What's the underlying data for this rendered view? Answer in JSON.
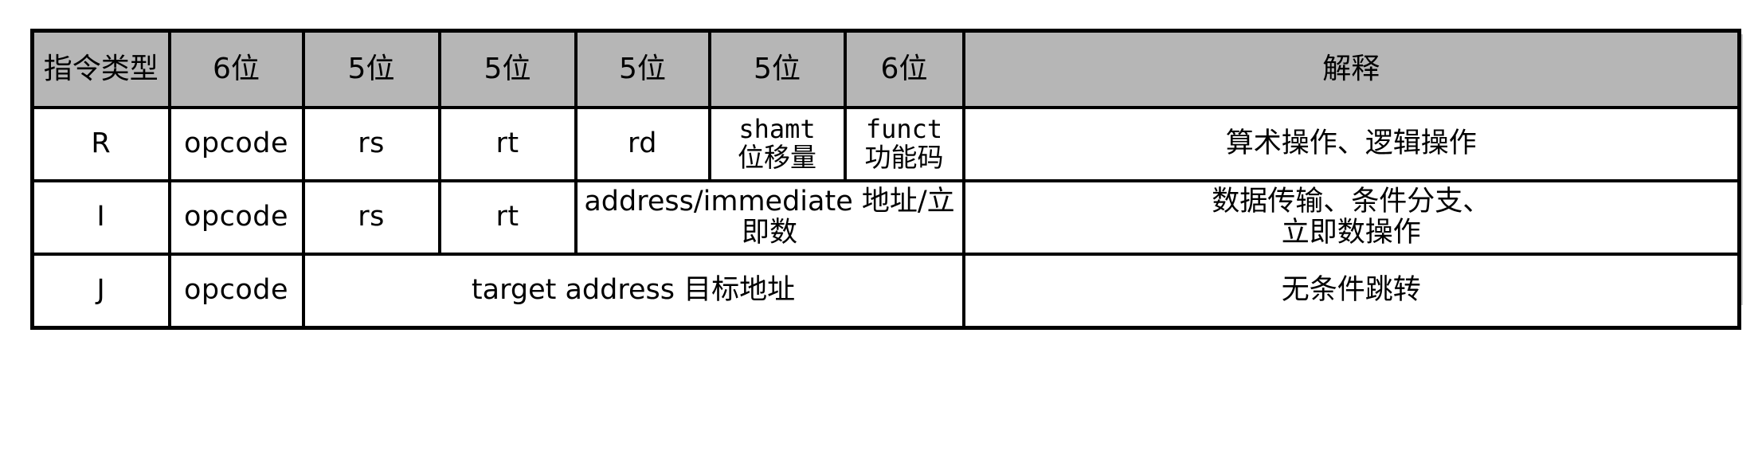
{
  "table": {
    "columns": [
      {
        "key": "type",
        "label": "指令类型"
      },
      {
        "key": "f1",
        "label": "6位"
      },
      {
        "key": "f2",
        "label": "5位"
      },
      {
        "key": "f3",
        "label": "5位"
      },
      {
        "key": "f4",
        "label": "5位"
      },
      {
        "key": "f5",
        "label": "5位"
      },
      {
        "key": "f6",
        "label": "6位"
      },
      {
        "key": "expl",
        "label": "解释"
      }
    ],
    "rows": [
      {
        "type": "R",
        "opcode": "opcode",
        "rs": "rs",
        "rt": "rt",
        "rd": "rd",
        "shamt_en": "shamt",
        "shamt_cn": "位移量",
        "funct_en": "funct",
        "funct_cn": "功能码",
        "explanation_line1": "算术操作、逻辑操作",
        "explanation_line2": ""
      },
      {
        "type": "I",
        "opcode": "opcode",
        "rs": "rs",
        "rt": "rt",
        "immediate": "address/immediate 地址/立即数",
        "explanation_line1": "数据传输、条件分支、",
        "explanation_line2": "立即数操作"
      },
      {
        "type": "J",
        "opcode": "opcode",
        "target": "target address 目标地址",
        "explanation_line1": "无条件跳转",
        "explanation_line2": ""
      }
    ]
  },
  "colors": {
    "header_background": "#b6b6b6",
    "border": "#000000",
    "cell_background": "#ffffff",
    "text": "#000000",
    "shadow": "#c9c9c9"
  }
}
